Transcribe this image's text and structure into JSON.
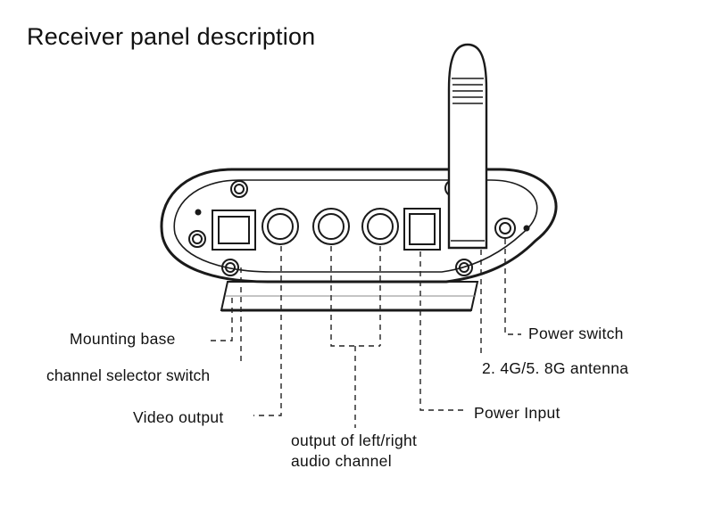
{
  "title": "Receiver panel description",
  "labels": {
    "mounting_base": "Mounting base",
    "channel_selector": "channel selector switch",
    "video_output": "Video output",
    "audio_output_line1": "output of left/right",
    "audio_output_line2": "audio channel",
    "power_input": "Power Input",
    "antenna": "2. 4G/5. 8G antenna",
    "power_switch": "Power switch"
  }
}
